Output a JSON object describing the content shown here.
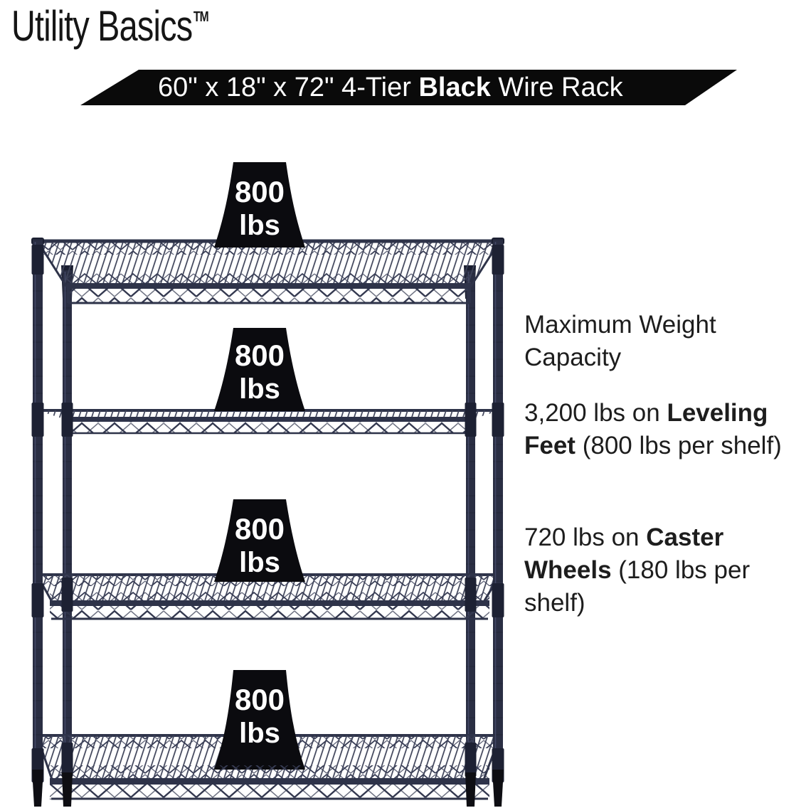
{
  "brand": {
    "name": "Utility Basics",
    "trademark": "TM"
  },
  "banner": {
    "prefix": "60\" x 18\" x 72\" 4-Tier ",
    "bold": "Black",
    "suffix": " Wire Rack"
  },
  "rack": {
    "tiers": 4,
    "weights": [
      {
        "value": "800",
        "unit": "lbs"
      },
      {
        "value": "800",
        "unit": "lbs"
      },
      {
        "value": "800",
        "unit": "lbs"
      },
      {
        "value": "800",
        "unit": "lbs"
      }
    ]
  },
  "info": {
    "heading": "Maximum Weight Capacity",
    "items": [
      {
        "pre": "3,200 lbs on ",
        "bold": "Leveling Feet",
        "post": " (800 lbs per shelf)"
      },
      {
        "pre": "720 lbs on ",
        "bold": "Caster Wheels",
        "post": " (180 lbs per shelf)"
      }
    ]
  },
  "colors": {
    "rack_navy": "#2a2e43",
    "banner_black": "#0a0a0a",
    "badge_black": "#0b0b0f",
    "text": "#1d1d1d",
    "white": "#ffffff"
  }
}
